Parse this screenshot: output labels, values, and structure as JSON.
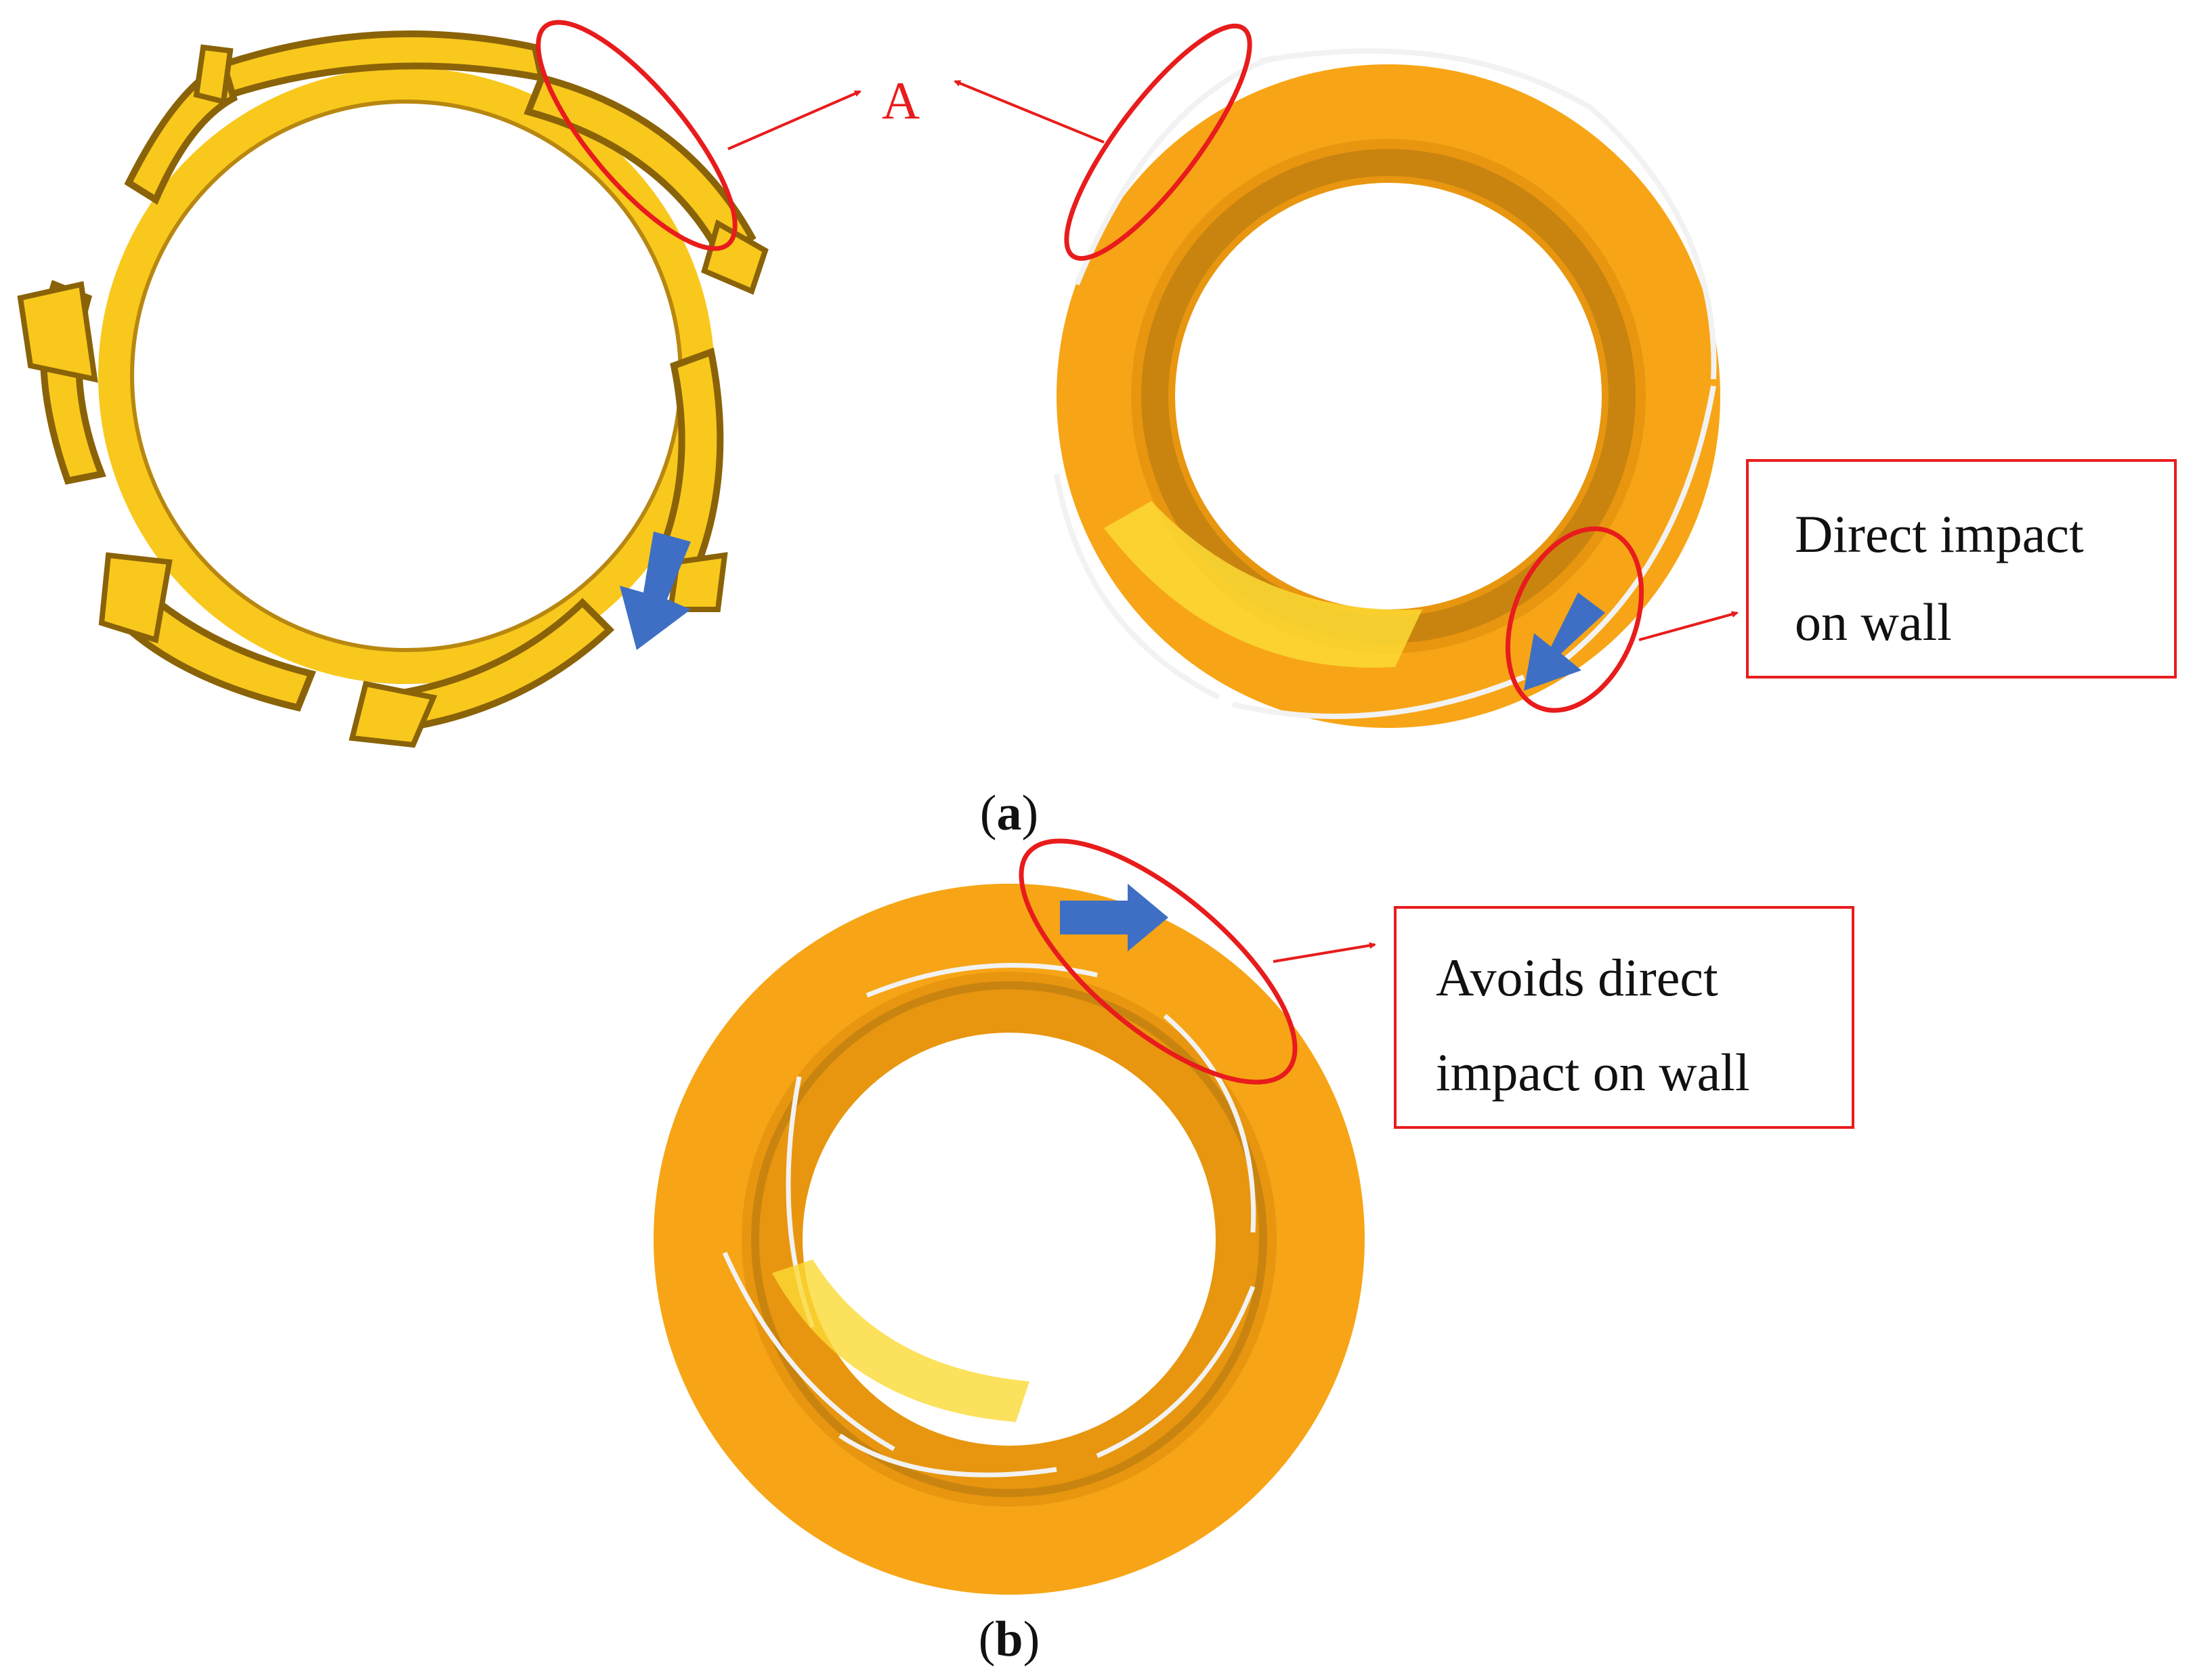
{
  "labels": {
    "marker_a": "A",
    "callout_direct": [
      "Direct impact",
      "on wall"
    ],
    "callout_avoids": [
      "Avoids direct",
      "impact on wall"
    ],
    "caption_a": {
      "open": "(",
      "letter": "a",
      "close": ")"
    },
    "caption_b": {
      "open": "(",
      "letter": "b",
      "close": ")"
    }
  },
  "colors": {
    "annotation_red": "#e81c1c",
    "flow_arrow_blue": "#3f6fc4",
    "ring_orange": "#f7a516",
    "ring_orange_dark": "#c98410",
    "vane_yellow": "#f8c81d",
    "vane_edge": "#8a6308",
    "blade_white": "#f2f2f2"
  }
}
